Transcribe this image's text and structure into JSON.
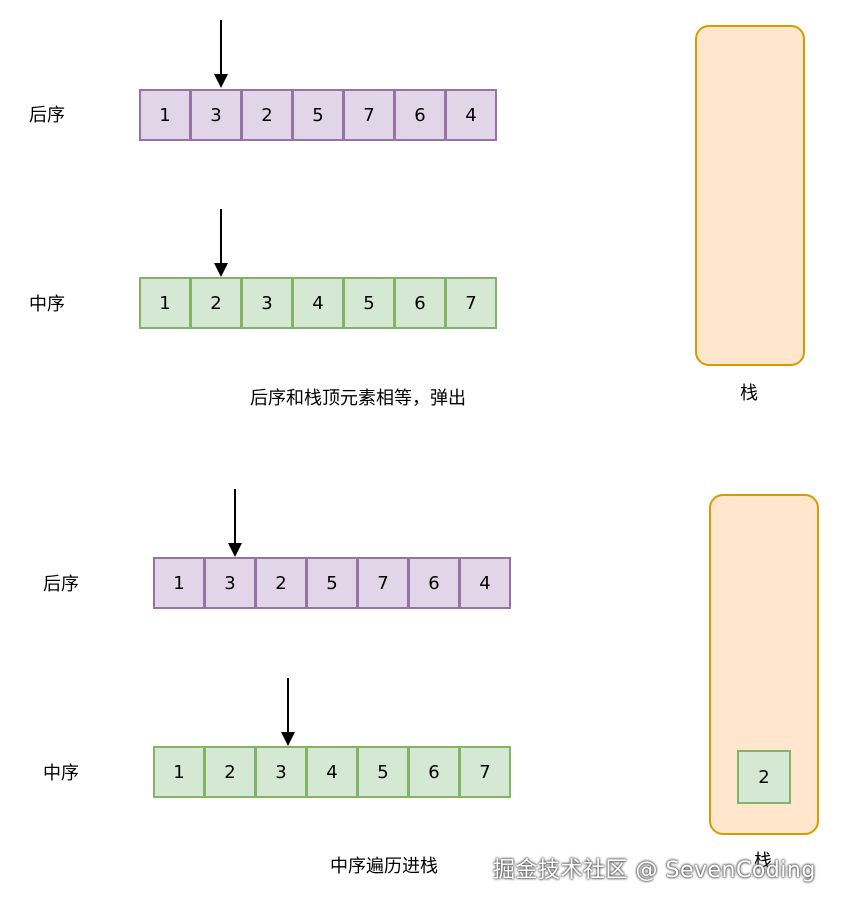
{
  "top": {
    "postorder_label": "后序",
    "inorder_label": "中序",
    "postorder": [
      "1",
      "3",
      "2",
      "5",
      "7",
      "6",
      "4"
    ],
    "inorder": [
      "1",
      "2",
      "3",
      "4",
      "5",
      "6",
      "7"
    ],
    "caption": "后序和栈顶元素相等，弹出",
    "stack_label": "栈",
    "stack_items": []
  },
  "bottom": {
    "postorder_label": "后序",
    "inorder_label": "中序",
    "postorder": [
      "1",
      "3",
      "2",
      "5",
      "7",
      "6",
      "4"
    ],
    "inorder": [
      "1",
      "2",
      "3",
      "4",
      "5",
      "6",
      "7"
    ],
    "caption": "中序遍历进栈",
    "stack_label": "栈",
    "stack_items": [
      "2"
    ]
  },
  "watermark": "掘金技术社区 @ SevenCoding",
  "colors": {
    "purple_fill": "#e1d5e7",
    "purple_stroke": "#9673a6",
    "green_fill": "#d5e8d4",
    "green_stroke": "#82b366",
    "stack_fill": "#ffe6cc",
    "stack_stroke": "#d79b00"
  }
}
